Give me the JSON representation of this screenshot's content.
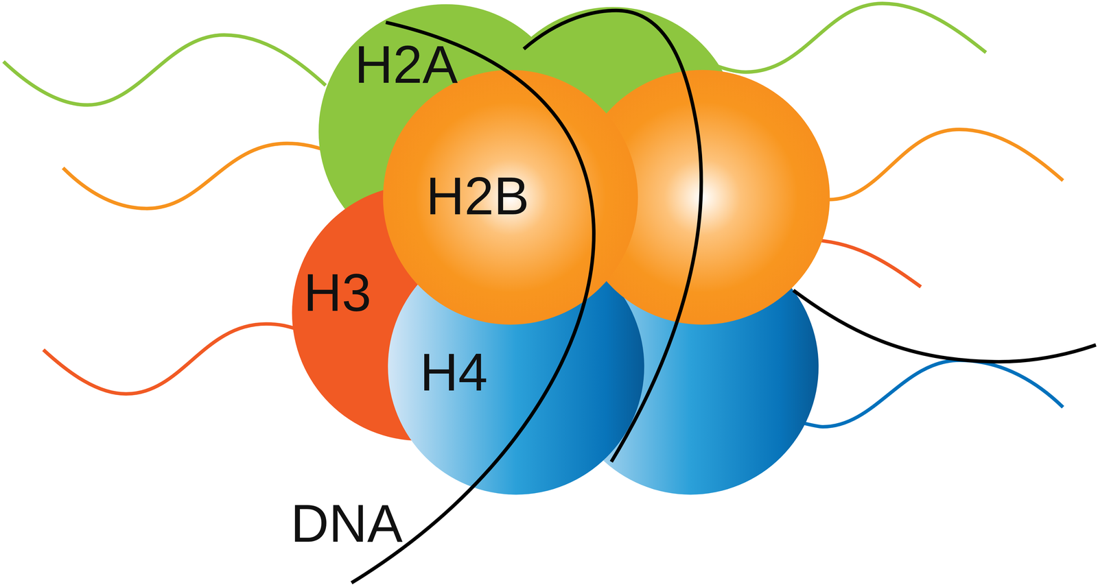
{
  "diagram": {
    "nodes": [
      {
        "text": [
          "H2A"
        ]
      },
      {
        "text": [
          "H2B"
        ]
      },
      {
        "text": [
          "H3"
        ]
      },
      {
        "text": [
          "H4"
        ]
      }
    ],
    "labels": [
      "DNA"
    ]
  }
}
